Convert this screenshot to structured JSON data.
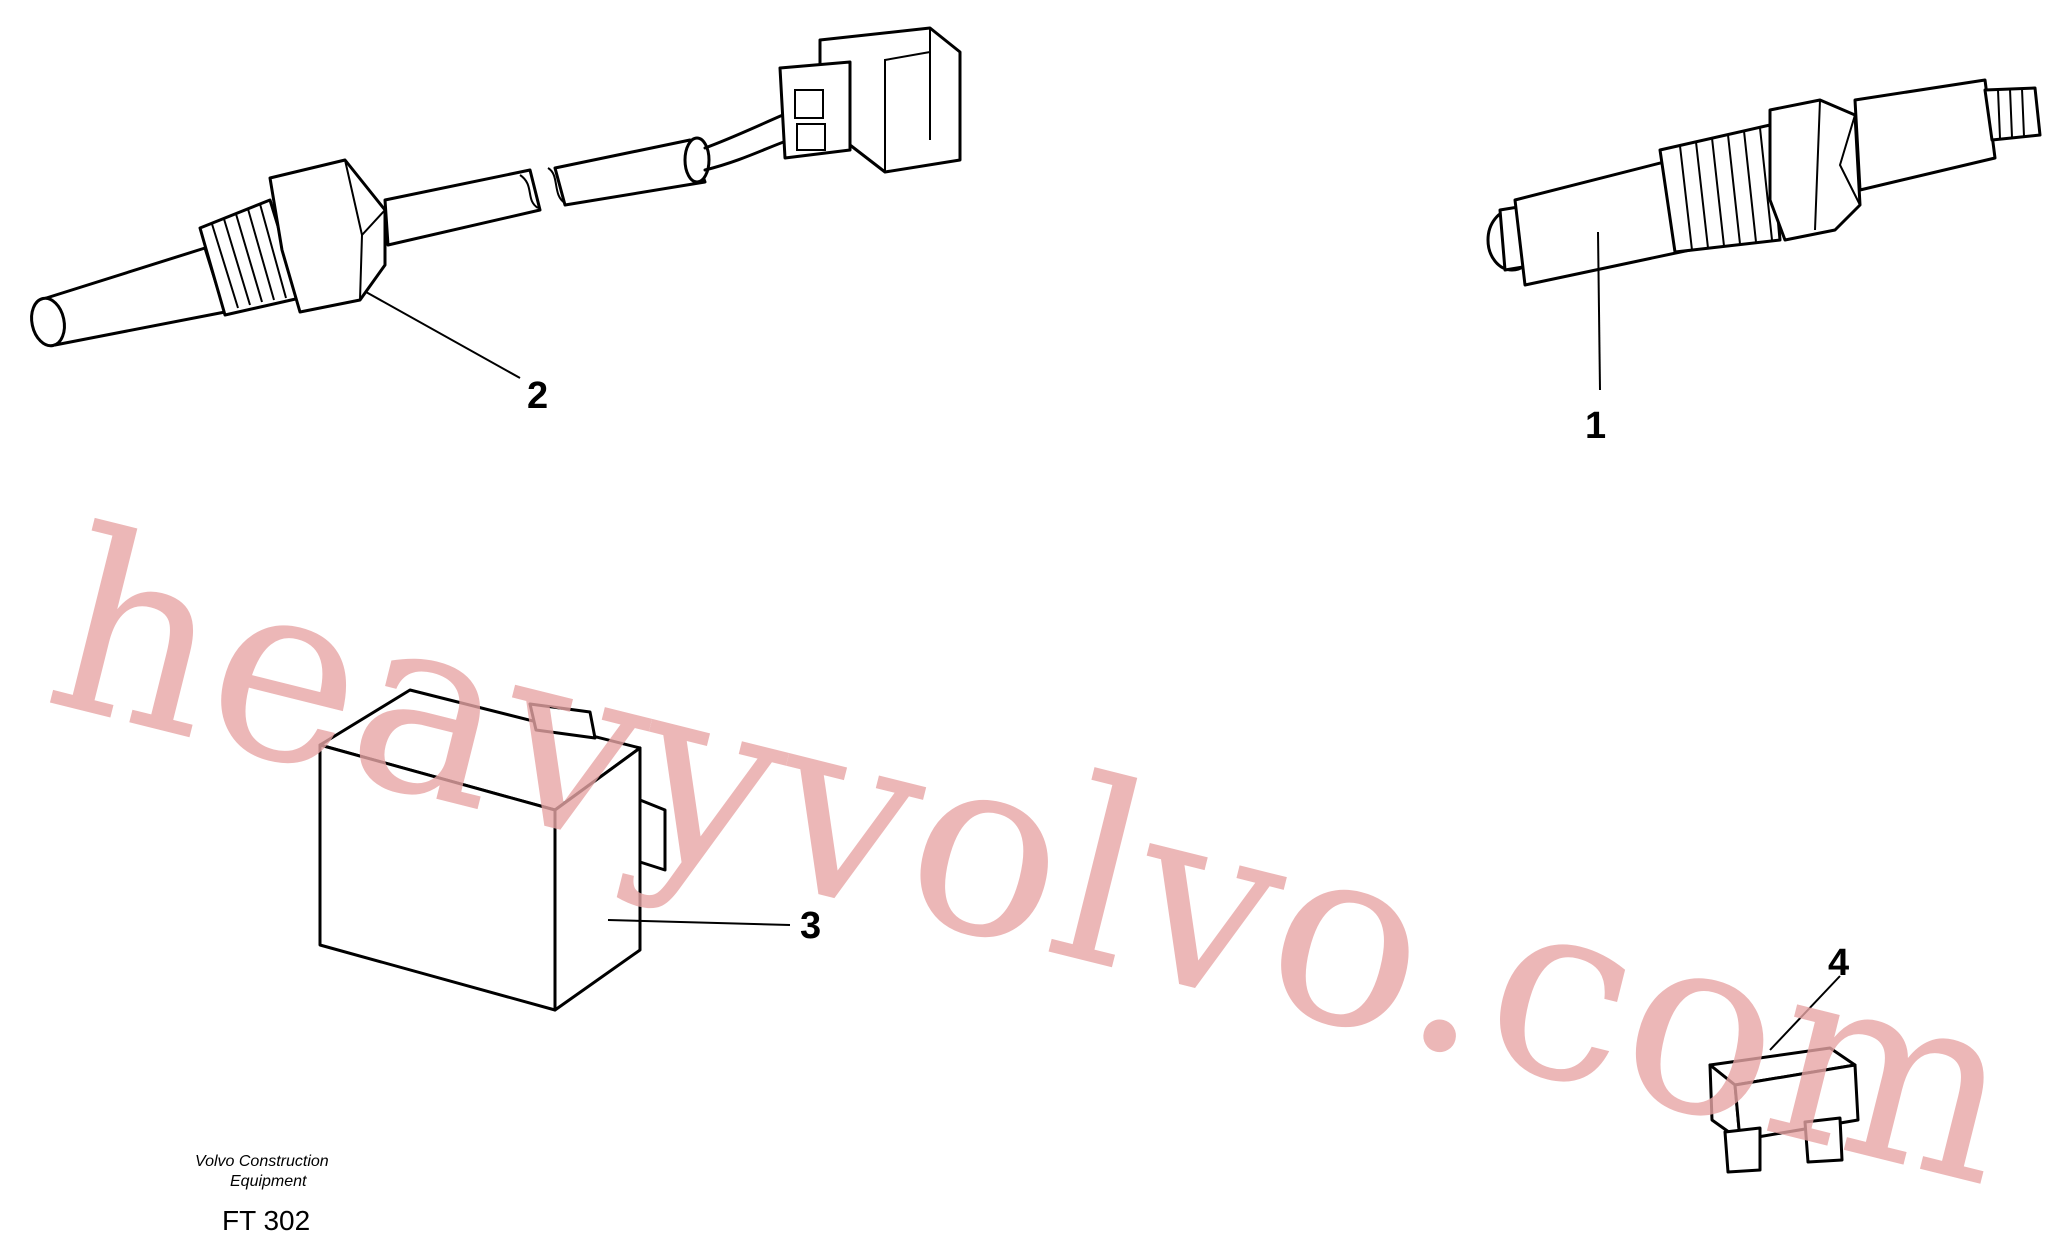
{
  "callouts": {
    "c1": "1",
    "c2": "2",
    "c3": "3",
    "c4": "4"
  },
  "caption": {
    "line1": "Volvo Construction",
    "line2": "Equipment"
  },
  "figure_id": "FT 302",
  "watermark": "heavyvolvo.com",
  "colors": {
    "watermark": "#e8a6a6",
    "lines": "#000000",
    "background": "#ffffff"
  }
}
